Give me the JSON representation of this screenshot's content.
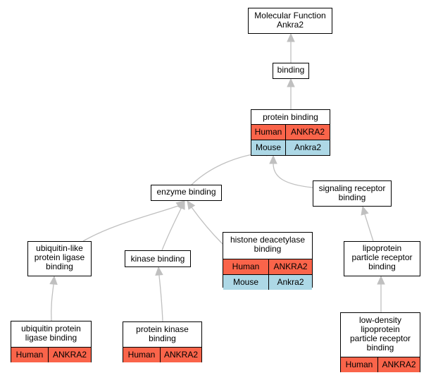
{
  "colors": {
    "human": "#fa644a",
    "mouse": "#add8e6",
    "edge": "#c0c0c0"
  },
  "nodes": {
    "mf": {
      "title": "Molecular Function\nAnkra2"
    },
    "binding": {
      "title": "binding"
    },
    "protein_binding": {
      "title": "protein binding",
      "rows": [
        {
          "species": "Human",
          "gene": "ANKRA2"
        },
        {
          "species": "Mouse",
          "gene": "Ankra2"
        }
      ]
    },
    "enzyme_binding": {
      "title": "enzyme binding"
    },
    "signaling_receptor_binding": {
      "title": "signaling receptor\nbinding"
    },
    "ubiquitin_like": {
      "title": "ubiquitin-like\nprotein ligase\nbinding"
    },
    "kinase_binding": {
      "title": "kinase binding"
    },
    "histone": {
      "title": "histone deacetylase\nbinding",
      "rows": [
        {
          "species": "Human",
          "gene": "ANKRA2"
        },
        {
          "species": "Mouse",
          "gene": "Ankra2"
        }
      ]
    },
    "lipoprotein": {
      "title": "lipoprotein\nparticle receptor\nbinding"
    },
    "ubiquitin_protein": {
      "title": "ubiquitin protein\nligase binding",
      "rows": [
        {
          "species": "Human",
          "gene": "ANKRA2"
        }
      ]
    },
    "protein_kinase": {
      "title": "protein kinase\nbinding",
      "rows": [
        {
          "species": "Human",
          "gene": "ANKRA2"
        }
      ]
    },
    "ldl": {
      "title": "low-density\nlipoprotein\nparticle receptor\nbinding",
      "rows": [
        {
          "species": "Human",
          "gene": "ANKRA2"
        }
      ]
    }
  }
}
